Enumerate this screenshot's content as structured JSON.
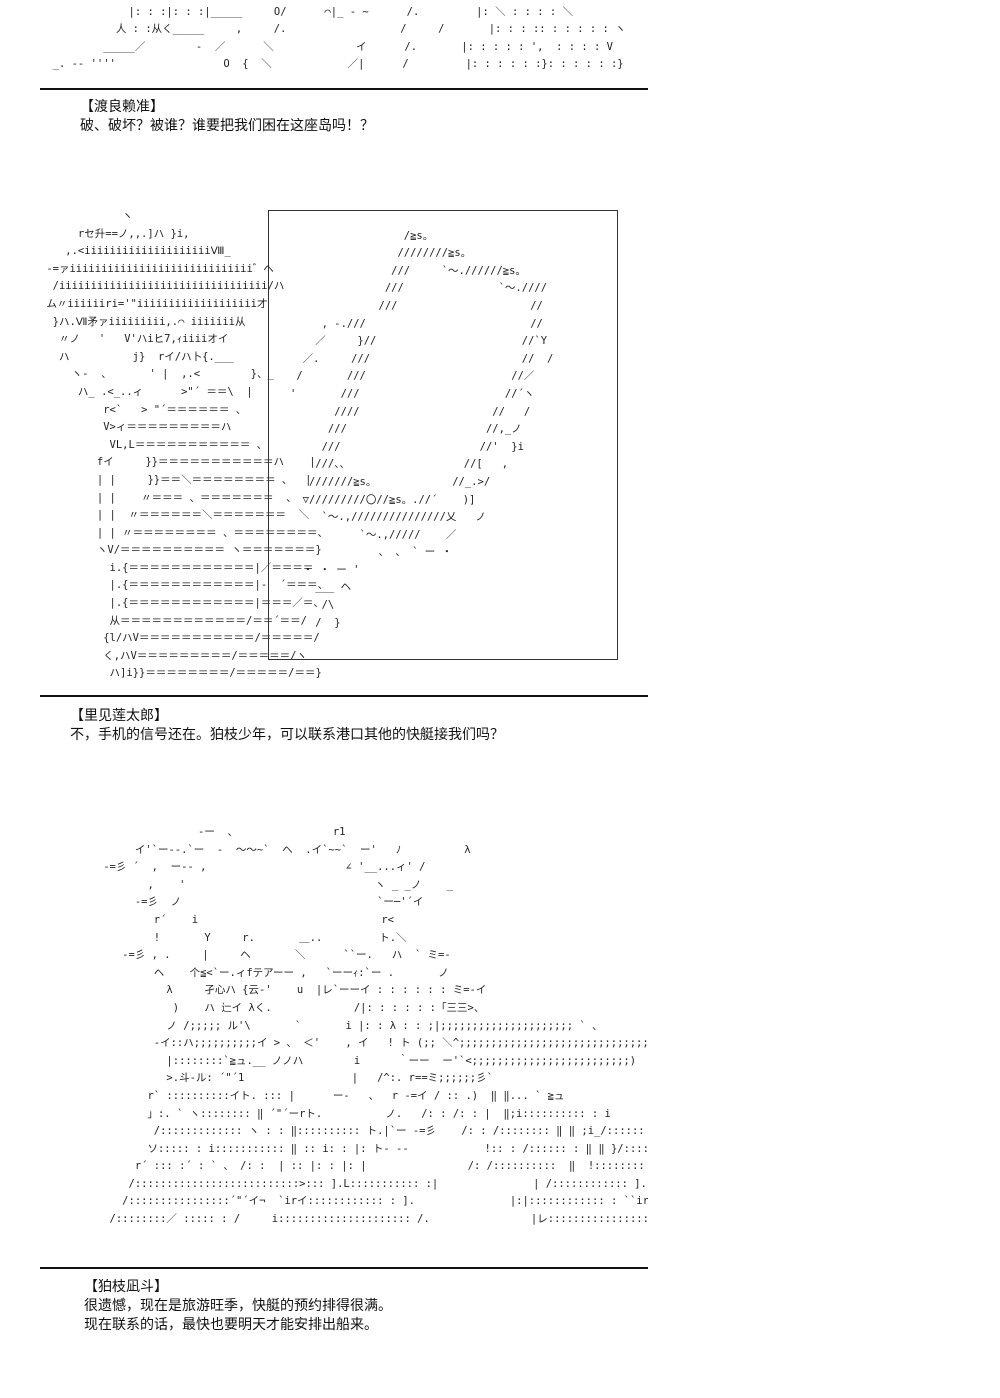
{
  "panels": [
    {
      "art": "     /          | : : : /               /     \\      ,--   /         |: : : : :     \\.__  ー\n              |: : :|: : :|_____     O/      ⌒|_ - ~      /.         |: ＼ : : : : ＼\n            人 : :从く_____     ,     /.                  /     /       |: : : :: : : : : : ヽ\n          _____／        ‐  ／      ＼             イ      /.       |: : : : : ',  : : : : V\n  _. -‐ ''''                 O  {  ＼            ／|      /         |: : : : : :}: : : : : :}",
      "speaker": "【渡良赖准】",
      "lines": [
        "破、破坏？被谁？谁要把我们困在这座岛吗！？"
      ]
    },
    {
      "art": "             ヽ\n      rセ升==ノ,,.]ハ }i,\n    ,.<iiiiiiiiiiiiiiiiiiiiⅧ_\n -=ァiiiiiiiiiiiiiiiiiiiiiiiiiiiii゛ヘ\n  /iiiiiiiiiiiiiiiiiiiiiiiiiiiiiiiii/ハ\n ム〃iiiiiiri='\"iiiiiiiiiiiiiiiiiii才\n  }ハ.Ⅶ矛ァiiiiiiiii,.⌒ iiiiiii从\n   〃ノ   '   V'ハiヒ7,ｨiiiiオイ\n   ハ          j}  rイ/ハ卜{.___\n     ヽ-  、      ' |  ,.<        }、_\n      ハ_ .<_..ィ      >\"´ ＝＝\\  |\n          r<`   > \"´＝＝＝＝＝＝ 、\n          V>ィ＝＝＝＝＝＝＝＝＝ハ\n           VL,L＝＝＝＝＝＝＝＝＝＝＝ 、\n         fイ     }}＝＝＝＝＝＝＝＝＝＝＝ハ    |\n         | |     }}＝＝＼＝＝＝＝＝＝＝＝ 、  |\n         | |    〃＝＝＝ 、＝＝＝＝＝＝＝  、\n         | |  〃＝＝＝＝＝＝＼＝＝＝＝＝＝＝  ＼\n         | | 〃＝＝＝＝＝＝＝＝ 、＝＝＝＝＝＝＝＝、\n         ヽV/＝＝＝＝＝＝＝＝＝＝ ヽ＝＝＝＝＝＝＝}\n           i.{＝＝＝＝＝＝＝＝＝＝＝＝|／＝＝＝＝\n           |.{＝＝＝＝＝＝＝＝＝＝＝＝|-  ´＝＝＝、\n           |.{＝＝＝＝＝＝＝＝＝＝＝＝|＝＝＝／＝、\n           从＝＝＝＝＝＝＝＝＝＝＝＝/＝＝´＝＝/\n          {l/ハV＝＝＝＝＝＝＝＝＝＝＝/＝＝＝＝＝/\n          く,ハV＝＝＝＝＝＝＝＝＝/＝＝＝＝＝/ヽ\n           ハ]i}}＝＝＝＝＝＝＝＝/＝＝＝＝＝/＝＝}",
      "frame_art": "\n                  /≧s。\n                 ////////≧s。\n                ///     `～.//////≧s。\n               ///               `～.////\n              ///                     //\n     , -.///                          //\n    ／     }//                       //`Y\n  ／.     ///                        //  /\n /       ///                       //／\n'       ///                       //´ヽ\n       ////                     //   /\n      ///                      //,_ノ\n     ///                      //'  }i\n    ///、、                  //[   ,\n   ///////≧s。            //_.>/\n  ▽/////////〇//≧s。.//´    )]\n     `～.,///////////////乂   ノ\n           `～.,/////    ／\n              、 、 ` ー ・\n  ・ ・ ー '\n    ___ ヘ\n     /\\\n    /  }",
      "speaker": "【里见莲太郎】",
      "lines": [
        "不，手机的信号还在。狛枝少年，可以联系港口其他的快艇接我们吗？"
      ]
    },
    {
      "art": "                         ‐ー  、               r1\n               イ'`ー--.`ー  -  ～～~`  ヘ  .イ`~~`  ー'   ﾉ          λ\n          -=彡 ´  ,  ー‐‐ ,                      ∠ '__...ィ' /\n                 ,    '                              ヽ _ _ノ    _\n               -=彡  ノ                               `ー─'´イ\n                  r´    i                             r<\n                  !       Y     r.       ＿..         ト.＼\n             -=彡 , .     |     ヘ       ＼      ``ー.   ハ  ` ミ=-\n                  ヘ    个≦<`ー.ィfテアーー ,   `ーーｨ:`ー .       ノ\n                    λ     孑心ハ {云-'    u  |レ`ーーイ : : : : : : ミ=-イ\n                     )    ハ 辷イ λく.             /|: : : : : :「三三>、\n                    ノ /;;;;; ル'\\       `       i |: : λ : : ;|;;;;;;;;;;;;;;;;;;;;; ` 、\n                  -イ::ハ;;;;;;;;;;イ > 、 ＜'    , イ   ! ト (;; ＼^;;;;;;;;;;;;;;;;;;;;;;;;;;;;;;)\n                    |::::::::`≧ュ.__ ノノハ        i      ｀ーー  ー'`<;;;;;;;;;;;;;;;;;;;;;;;;;)\n                    >.斗-ル: ´\"´1                 |   /^:. r==ミ;;;;;;彡`\n                 r` ::::::::::イト. ::: |      ー-   、  r -=イ / :: .)  ‖ ‖... ` ≧ュ\n                 」:. ` ヽ:::::::: ‖ ´\"´ーrト.          ノ.   /: : /: : |  ‖;i:::::::::: : i\n                  /::::::::::::: ヽ : : ‖:::::::::: ト.|`ー -=彡    /: : /:::::::: ‖ ‖ ;i_/:::::: : |\n                 ソ::::: : i::::::::::: ‖ :: i: : |: ト- --            !:: : /:::::: : ‖ ‖ }/:::::::::::^\n               r´ ::: :´ : ` 、 /: :  | :: |: : |: |                /: /::::::::::  ‖  !::::::::  /: |\n              /::::::::::::::::::::::::::>::: ].L::::::::::: :|               | /:::::::::::: ].L |: : : /::: : !\n             /::::::::::::::::´\"´イ¬  `irイ:::::::::::: : ].               |:|:::::::::::: : ``ir' /:: : ;/::: : :\n           /::::::::／ ::::: : /     i::::::::::::::::::::: /.                |レ::::::::::::::::::::: ハ /:::::::::::::::::i",
      "speaker": "【狛枝凪斗】",
      "lines": [
        "很遗憾，现在是旅游旺季，快艇的预约排得很满。",
        "现在联系的话，最快也要明天才能安排出船来。"
      ]
    }
  ]
}
